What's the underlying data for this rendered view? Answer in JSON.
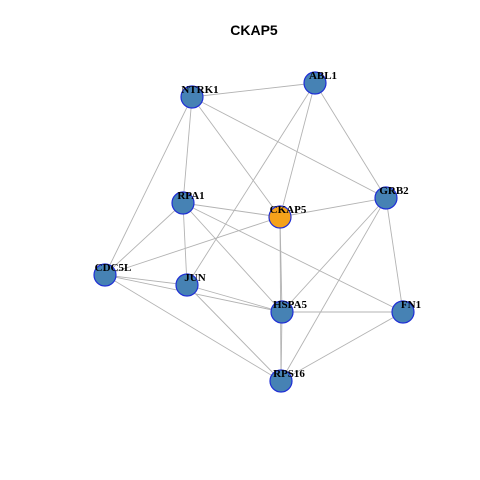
{
  "title": "CKAP5",
  "colors": {
    "hub_fill": "#f5a21b",
    "node_fill": "#4682b4",
    "node_stroke": "#1f2ed6",
    "edge": "#b3b3b3"
  },
  "nodes": [
    {
      "id": "CKAP5",
      "hub": true
    },
    {
      "id": "ABL1"
    },
    {
      "id": "NTRK1"
    },
    {
      "id": "GRB2"
    },
    {
      "id": "RPA1"
    },
    {
      "id": "CDC5L"
    },
    {
      "id": "JUN"
    },
    {
      "id": "HSPA5"
    },
    {
      "id": "FN1"
    },
    {
      "id": "RPS16"
    }
  ],
  "edges": [
    [
      "NTRK1",
      "ABL1"
    ],
    [
      "NTRK1",
      "GRB2"
    ],
    [
      "NTRK1",
      "CKAP5"
    ],
    [
      "NTRK1",
      "RPA1"
    ],
    [
      "NTRK1",
      "CDC5L"
    ],
    [
      "ABL1",
      "CKAP5"
    ],
    [
      "ABL1",
      "GRB2"
    ],
    [
      "ABL1",
      "JUN"
    ],
    [
      "RPA1",
      "CKAP5"
    ],
    [
      "RPA1",
      "CDC5L"
    ],
    [
      "RPA1",
      "JUN"
    ],
    [
      "RPA1",
      "HSPA5"
    ],
    [
      "RPA1",
      "FN1"
    ],
    [
      "CKAP5",
      "GRB2"
    ],
    [
      "CKAP5",
      "CDC5L"
    ],
    [
      "CKAP5",
      "HSPA5"
    ],
    [
      "CKAP5",
      "RPS16"
    ],
    [
      "GRB2",
      "HSPA5"
    ],
    [
      "GRB2",
      "FN1"
    ],
    [
      "GRB2",
      "RPS16"
    ],
    [
      "CDC5L",
      "JUN"
    ],
    [
      "CDC5L",
      "HSPA5"
    ],
    [
      "CDC5L",
      "RPS16"
    ],
    [
      "JUN",
      "HSPA5"
    ],
    [
      "JUN",
      "RPS16"
    ],
    [
      "HSPA5",
      "FN1"
    ],
    [
      "HSPA5",
      "RPS16"
    ],
    [
      "FN1",
      "RPS16"
    ]
  ]
}
